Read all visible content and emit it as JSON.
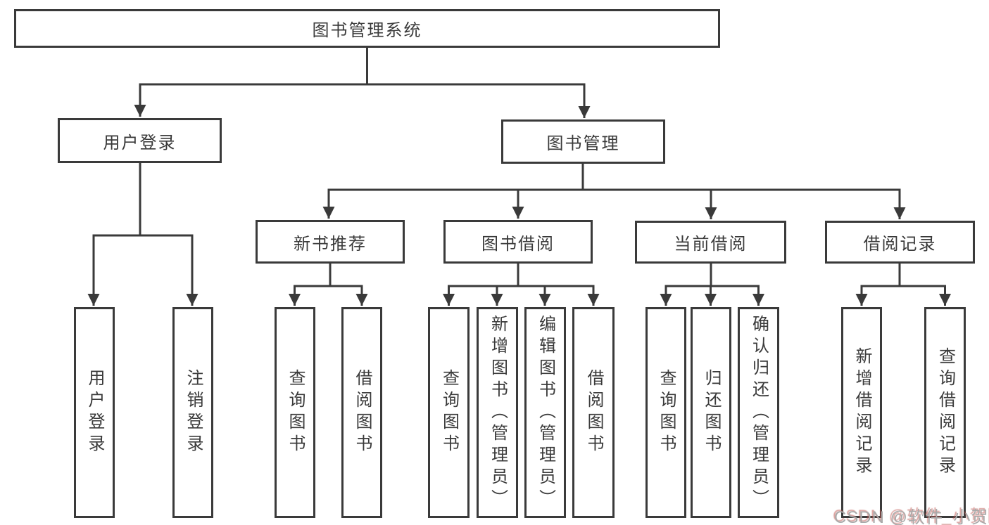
{
  "diagram": {
    "root": {
      "label": "图书管理系统"
    },
    "branches": [
      {
        "label": "用户登录",
        "children": [
          {
            "label": "用户登录"
          },
          {
            "label": "注销登录"
          }
        ]
      },
      {
        "label": "图书管理",
        "children": [
          {
            "label": "新书推荐",
            "children": [
              {
                "label": "查询图书"
              },
              {
                "label": "借阅图书"
              }
            ]
          },
          {
            "label": "图书借阅",
            "children": [
              {
                "label": "查询图书"
              },
              {
                "label": "新增图书（管理员）"
              },
              {
                "label": "编辑图书（管理员）"
              },
              {
                "label": "借阅图书"
              }
            ]
          },
          {
            "label": "当前借阅",
            "children": [
              {
                "label": "查询图书"
              },
              {
                "label": "归还图书"
              },
              {
                "label": "确认归还（管理员）"
              }
            ]
          },
          {
            "label": "借阅记录",
            "children": [
              {
                "label": "新增借阅记录"
              },
              {
                "label": "查询借阅记录"
              }
            ]
          }
        ]
      }
    ]
  },
  "watermark": {
    "text": "CSDN @软件_小贺同学"
  },
  "colors": {
    "line": "#3a3a3a",
    "watermark_gray": "#a9a9a9",
    "watermark_red": "#be5550"
  }
}
